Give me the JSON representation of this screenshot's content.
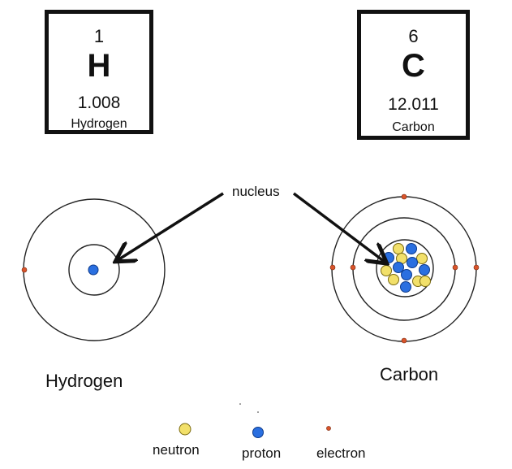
{
  "elements": [
    {
      "number": "1",
      "symbol": "H",
      "mass": "1.008",
      "name": "Hydrogen"
    },
    {
      "number": "6",
      "symbol": "C",
      "mass": "12.011",
      "name": "Carbon"
    }
  ],
  "atoms": {
    "hydrogen_label": "Hydrogen",
    "carbon_label": "Carbon"
  },
  "nucleus_label": "nucleus",
  "legend": {
    "neutron": "neutron",
    "proton": "proton",
    "electron": "electron"
  },
  "colors": {
    "neutron": "#f2e06a",
    "proton": "#2a6fe0",
    "electron": "#d9542b",
    "line": "#111111"
  }
}
